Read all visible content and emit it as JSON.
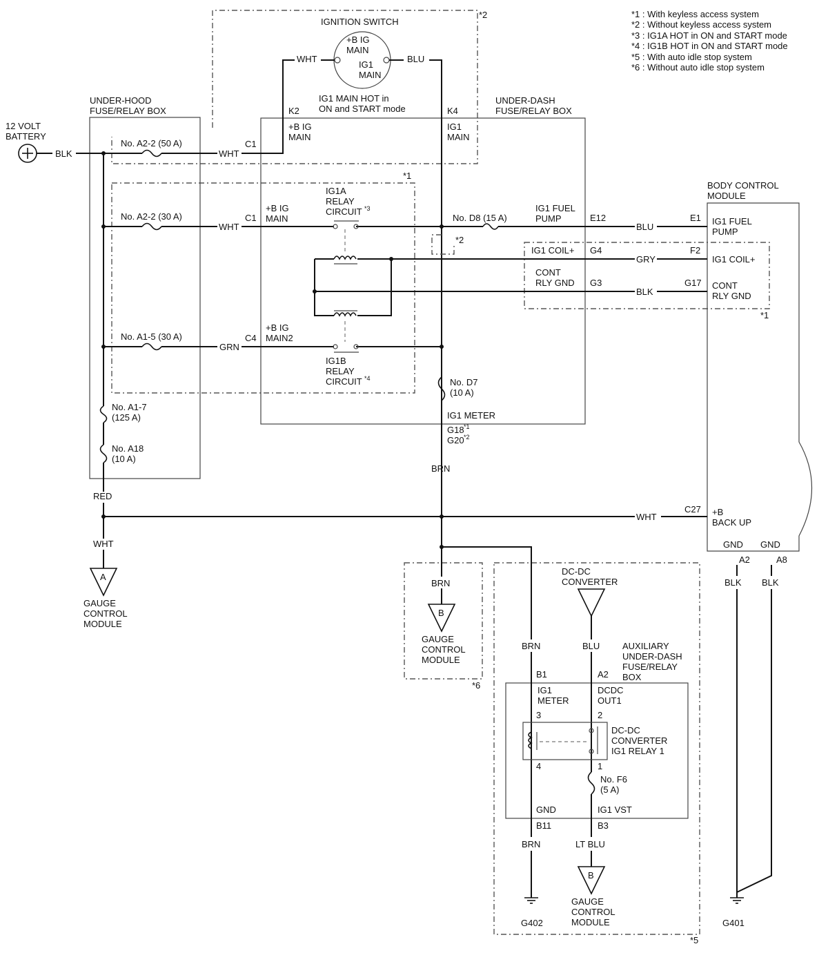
{
  "legend": [
    "*1 : With keyless access system",
    "*2 : Without keyless access system",
    "*3 : IG1A HOT in ON and START mode",
    "*4 : IG1B HOT in ON and START mode",
    "*5 : With auto idle stop system",
    "*6 : Without auto idle stop system"
  ],
  "ignition": {
    "title": "IGNITION SWITCH",
    "bigmain": [
      "+B IG",
      "MAIN"
    ],
    "ig1main": [
      "IG1",
      "MAIN"
    ],
    "note": [
      "IG1 MAIN HOT in",
      "ON and START mode"
    ]
  },
  "battery": [
    "12 VOLT",
    "BATTERY"
  ],
  "underhood": [
    "UNDER-HOOD",
    "FUSE/RELAY BOX"
  ],
  "underdash": [
    "UNDER-DASH",
    "FUSE/RELAY BOX"
  ],
  "bcm": {
    "title": [
      "BODY CONTROL",
      "MODULE"
    ],
    "fuelpump": [
      "IG1 FUEL",
      "PUMP"
    ],
    "coil": "IG1 COIL+",
    "contrly": [
      "CONT",
      "RLY GND"
    ],
    "backup": [
      "+B",
      "BACK UP"
    ],
    "gnd1": "GND",
    "gnd2": "GND"
  },
  "fuses": {
    "a22_50": "No. A2-2 (50 A)",
    "a22_30": "No. A2-2 (30 A)",
    "a15": "No. A1-5 (30 A)",
    "a17": [
      "No. A1-7",
      "(125 A)"
    ],
    "a18": [
      "No. A18",
      "(10 A)"
    ],
    "d8": "No. D8 (15 A)",
    "d7": [
      "No. D7",
      "(10 A)"
    ],
    "f6": [
      "No. F6",
      "(5 A)"
    ]
  },
  "wires": {
    "blk_batt": "BLK",
    "wht_ign": "WHT",
    "blu_ign": "BLU",
    "wht_c1a": "WHT",
    "wht_c1b": "WHT",
    "grn": "GRN",
    "blu_e": "BLU",
    "gry": "GRY",
    "blk_g3": "BLK",
    "red": "RED",
    "wht_left": "WHT",
    "wht_backup": "WHT",
    "brn_main": "BRN",
    "brn_b": "BRN",
    "brn_b1": "BRN",
    "blu_dc": "BLU",
    "brn_b11": "BRN",
    "ltblu": "LT BLU",
    "blk_a2": "BLK",
    "blk_a8": "BLK"
  },
  "pins": {
    "c1a": "C1",
    "k2": "K2",
    "k4": "K4",
    "c1b": "C1",
    "c4": "C4",
    "e12": "E12",
    "e1": "E1",
    "g4": "G4",
    "f2": "F2",
    "g3": "G3",
    "g17": "G17",
    "c27": "C27",
    "a2": "A2",
    "a8": "A8",
    "b1": "B1",
    "a2b": "A2",
    "b11": "B11",
    "b3": "B3",
    "p3": "3",
    "p2": "2",
    "p4": "4",
    "p1": "1"
  },
  "ud_labels": {
    "bigmain_top": [
      "+B IG",
      "MAIN"
    ],
    "ig1main": [
      "IG1",
      "MAIN"
    ],
    "bigmain_mid": [
      "+B IG",
      "MAIN"
    ],
    "bigmain2": [
      "+B IG",
      "MAIN2"
    ],
    "ig1fuel": [
      "IG1 FUEL",
      "PUMP"
    ],
    "ig1coil": "IG1 COIL+",
    "contrly": [
      "CONT",
      "RLY GND"
    ],
    "ig1meter": "IG1 METER"
  },
  "relays": {
    "ig1a": [
      "IG1A",
      "RELAY",
      "CIRCUIT"
    ],
    "ig1b": [
      "IG1B",
      "RELAY",
      "CIRCUIT"
    ],
    "sup3": "*3",
    "sup4": "*4"
  },
  "g18": "G18",
  "g20": "G20",
  "sup1": "*1",
  "sup2": "*2",
  "notes": {
    "n2_top": "*2",
    "n1_inner": "*1",
    "n2_small": "*2",
    "n1_bcm": "*1",
    "n6": "*6",
    "n5": "*5"
  },
  "gauge_a": {
    "letter": "A",
    "label": [
      "GAUGE",
      "CONTROL",
      "MODULE"
    ]
  },
  "gauge_b": {
    "letter": "B",
    "label": [
      "GAUGE",
      "CONTROL",
      "MODULE"
    ]
  },
  "gauge_b2": {
    "letter": "B",
    "label": [
      "GAUGE",
      "CONTROL",
      "MODULE"
    ]
  },
  "dcdc": [
    "DC-DC",
    "CONVERTER"
  ],
  "aux_box": [
    "AUXILIARY",
    "UNDER-DASH",
    "FUSE/RELAY",
    "BOX"
  ],
  "aux_labels": {
    "ig1meter": [
      "IG1",
      "METER"
    ],
    "dcdcout": [
      "DCDC",
      "OUT1"
    ],
    "relay": [
      "DC-DC",
      "CONVERTER",
      "IG1 RELAY 1"
    ],
    "gnd": "GND",
    "ig1vst": "IG1 VST"
  },
  "grounds": {
    "g402": "G402",
    "g401": "G401"
  }
}
